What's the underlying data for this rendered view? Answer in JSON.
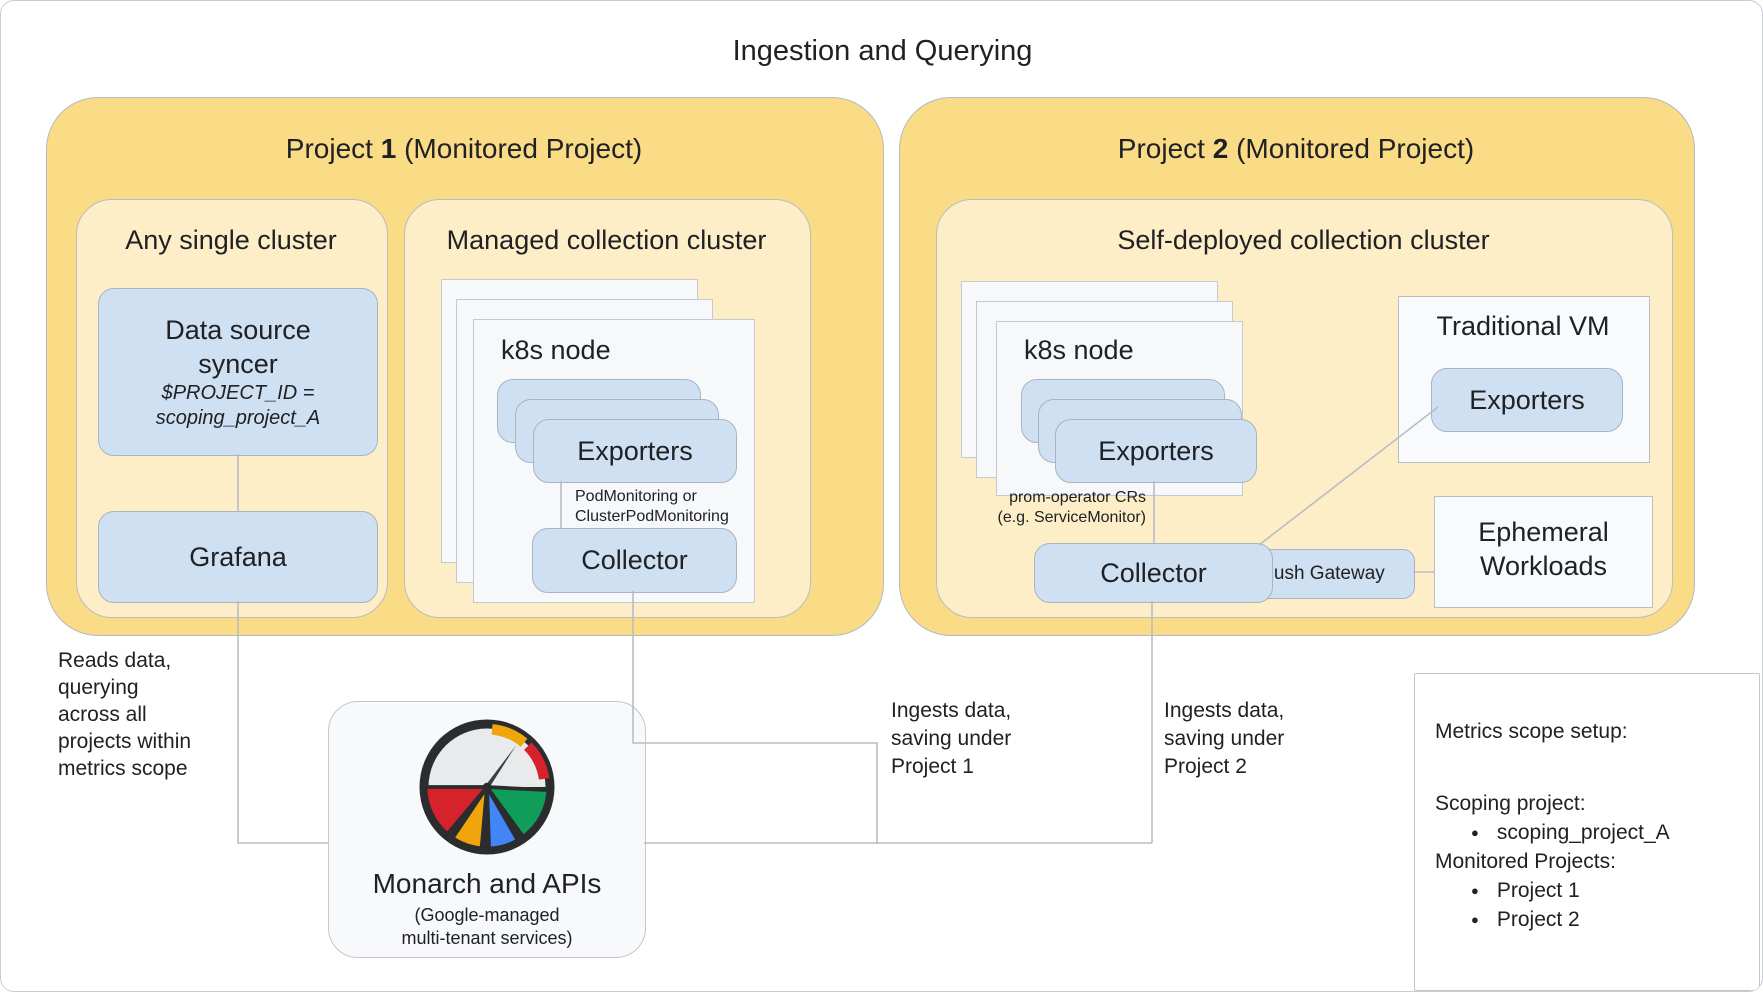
{
  "page_title": "Ingestion and Querying",
  "project1": {
    "title": {
      "prefix": "Project ",
      "number": "1",
      "suffix": " (Monitored Project)"
    },
    "any_single_cluster": {
      "title": "Any single cluster",
      "data_source_syncer": {
        "line1": "Data source",
        "line2": "syncer",
        "var_line1": "$PROJECT_ID =",
        "var_line2": "scoping_project_A"
      },
      "grafana": "Grafana"
    },
    "managed_cluster": {
      "title": "Managed collection cluster",
      "k8s_node": "k8s node",
      "exporters": "Exporters",
      "note_line1": "PodMonitoring or",
      "note_line2": "ClusterPodMonitoring",
      "collector": "Collector"
    }
  },
  "project2": {
    "title": {
      "prefix": "Project ",
      "number": "2",
      "suffix": " (Monitored Project)"
    },
    "self_deployed_cluster": {
      "title": "Self-deployed collection cluster",
      "k8s_node": "k8s node",
      "exporters": "Exporters",
      "note_line1": "prom-operator CRs",
      "note_line2": "(e.g. ServiceMonitor)",
      "collector": "Collector",
      "push_gateway": "Push Gateway",
      "traditional_vm": {
        "title": "Traditional VM",
        "exporters": "Exporters"
      },
      "ephemeral_workloads": {
        "line1": "Ephemeral",
        "line2": "Workloads"
      }
    }
  },
  "monarch": {
    "title": "Monarch and APIs",
    "subtitle_line1": "(Google-managed",
    "subtitle_line2": "multi-tenant services)"
  },
  "annotations": {
    "reads_data": {
      "line1": "Reads data,",
      "line2": "querying",
      "line3": "across all",
      "line4": "projects within",
      "line5": "metrics scope"
    },
    "ingests_p1": {
      "line1": "Ingests data,",
      "line2": "saving under",
      "line3": "Project 1"
    },
    "ingests_p2": {
      "line1": "Ingests data,",
      "line2": "saving under",
      "line3": "Project 2"
    }
  },
  "metrics_scope_panel": {
    "title": "Metrics scope setup:",
    "scoping_label": "Scoping project:",
    "scoping_project": "scoping_project_A",
    "monitored_label": "Monitored Projects:",
    "monitored_1": "Project 1",
    "monitored_2": "Project 2",
    "bullet": "●"
  },
  "colors": {
    "project_fill": "#fadc86",
    "cluster_fill": "#fdeec7",
    "blue_fill": "#cfe0f2",
    "card_fill": "#f7f8fa",
    "connector_line": "#b9bdc3",
    "text": "#202124",
    "gauge_red": "#d6222a",
    "gauge_gold": "#f0a50b",
    "gauge_blue": "#4285f4",
    "gauge_green": "#109d59",
    "gauge_ring": "#2a2c2e"
  }
}
